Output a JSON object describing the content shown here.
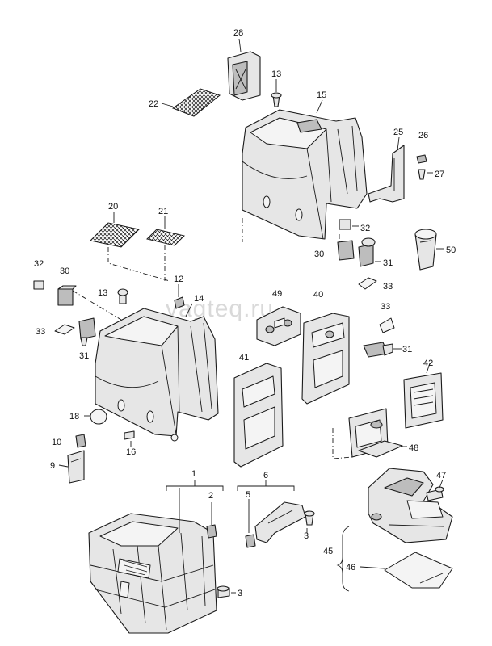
{
  "watermark": "vagteq.ru",
  "callouts": {
    "n28": "28",
    "n13a": "13",
    "n22": "22",
    "n15": "15",
    "n25": "25",
    "n26": "26",
    "n27": "27",
    "n20": "20",
    "n21": "21",
    "n32a": "32",
    "n32b": "32",
    "n30a": "30",
    "n30b": "30",
    "n50": "50",
    "n31a": "31",
    "n33a": "33",
    "n12": "12",
    "n13b": "13",
    "n14": "14",
    "n49": "49",
    "n40": "40",
    "n33b": "33",
    "n33c": "33",
    "n31b": "31",
    "n31c": "31",
    "n41": "41",
    "n42": "42",
    "n18": "18",
    "n16": "16",
    "n10": "10",
    "n9": "9",
    "n48": "48",
    "n1": "1",
    "n2": "2",
    "n6": "6",
    "n5": "5",
    "n3a": "3",
    "n47": "47",
    "n45": "45",
    "n46": "46",
    "n3b": "3"
  }
}
